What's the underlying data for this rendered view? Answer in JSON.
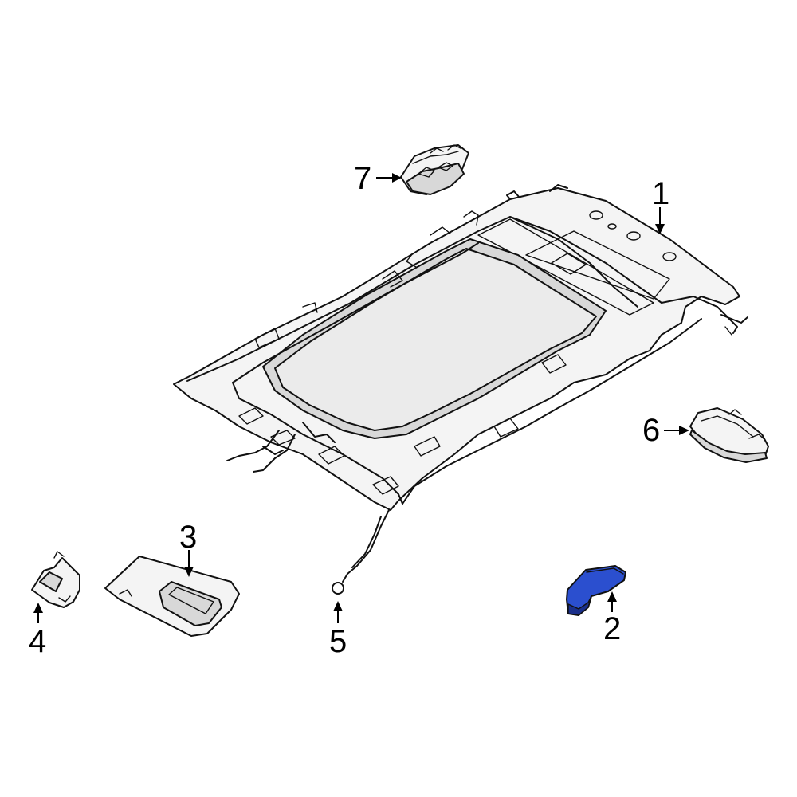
{
  "callouts": {
    "c1": "1",
    "c2": "2",
    "c3": "3",
    "c4": "4",
    "c5": "5",
    "c6": "6",
    "c7": "7"
  },
  "highlight_color": "#2b4fcf",
  "highlight_dark": "#1a2f8a",
  "parts": [
    {
      "name": "headliner",
      "icon": "headliner-panel-icon"
    },
    {
      "name": "grab-handle",
      "icon": "grab-handle-icon",
      "highlighted": true
    },
    {
      "name": "sun-visor",
      "icon": "sun-visor-icon"
    },
    {
      "name": "visor-clip",
      "icon": "visor-clip-icon"
    },
    {
      "name": "wire-harness",
      "icon": "wire-harness-icon"
    },
    {
      "name": "dome-lamp",
      "icon": "dome-lamp-icon"
    },
    {
      "name": "overhead-console",
      "icon": "overhead-console-icon"
    }
  ]
}
